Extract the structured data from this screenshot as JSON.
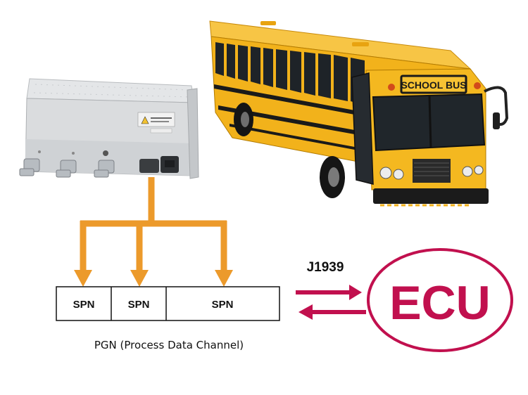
{
  "protocol_label": "J1939",
  "spn_cells": [
    "SPN",
    "SPN",
    "SPN"
  ],
  "pgn_label": "PGN (Process Data Channel)",
  "ecu_label": "ECU",
  "bus_sign": "SCHOOL BUS",
  "colors": {
    "arrow_orange": "#EC9A2B",
    "ecu_crimson": "#C1104E",
    "bus_yellow": "#F2B21B",
    "device_gray": "#D9DBDD"
  },
  "icons": [
    "controller-device-icon",
    "school-bus-icon",
    "bidirectional-arrows-icon"
  ]
}
